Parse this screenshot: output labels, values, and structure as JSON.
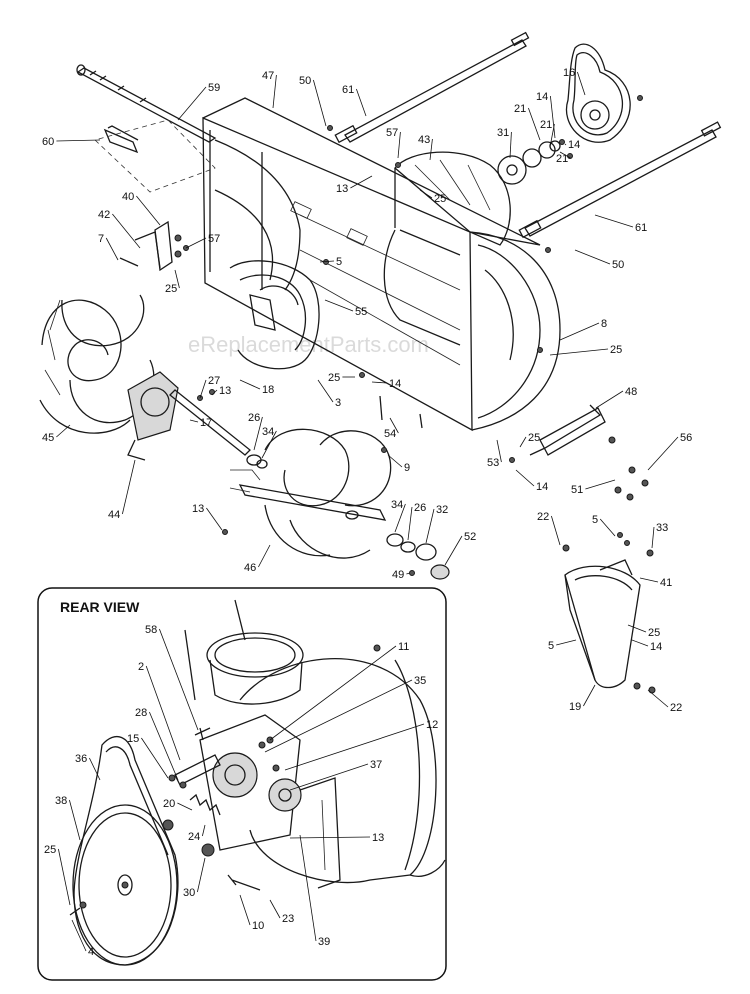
{
  "watermark": "eReplacementParts.com",
  "inset_title": "REAR VIEW",
  "callouts": [
    {
      "id": "c59",
      "text": "59"
    },
    {
      "id": "c47",
      "text": "47"
    },
    {
      "id": "c50a",
      "text": "50"
    },
    {
      "id": "c61a",
      "text": "61"
    },
    {
      "id": "c16",
      "text": "16"
    },
    {
      "id": "c60",
      "text": "60"
    },
    {
      "id": "c57a",
      "text": "57"
    },
    {
      "id": "c43",
      "text": "43"
    },
    {
      "id": "c21a",
      "text": "21"
    },
    {
      "id": "c14a",
      "text": "14"
    },
    {
      "id": "c31",
      "text": "31"
    },
    {
      "id": "c21b",
      "text": "21"
    },
    {
      "id": "c14b",
      "text": "14"
    },
    {
      "id": "c21c",
      "text": "21"
    },
    {
      "id": "c13a",
      "text": "13"
    },
    {
      "id": "c25a",
      "text": "25"
    },
    {
      "id": "c40",
      "text": "40"
    },
    {
      "id": "c42",
      "text": "42"
    },
    {
      "id": "c57b",
      "text": "57"
    },
    {
      "id": "c7",
      "text": "7"
    },
    {
      "id": "c25b",
      "text": "25"
    },
    {
      "id": "c5a",
      "text": "5"
    },
    {
      "id": "c61b",
      "text": "61"
    },
    {
      "id": "c50b",
      "text": "50"
    },
    {
      "id": "c55",
      "text": "55"
    },
    {
      "id": "c8",
      "text": "8"
    },
    {
      "id": "c25c",
      "text": "25"
    },
    {
      "id": "c27",
      "text": "27"
    },
    {
      "id": "c13b",
      "text": "13"
    },
    {
      "id": "c18",
      "text": "18"
    },
    {
      "id": "c25d",
      "text": "25"
    },
    {
      "id": "c14c",
      "text": "14"
    },
    {
      "id": "c3",
      "text": "3"
    },
    {
      "id": "c48",
      "text": "48"
    },
    {
      "id": "c17",
      "text": "17"
    },
    {
      "id": "c26a",
      "text": "26"
    },
    {
      "id": "c34a",
      "text": "34"
    },
    {
      "id": "c54",
      "text": "54"
    },
    {
      "id": "c9",
      "text": "9"
    },
    {
      "id": "c53",
      "text": "53"
    },
    {
      "id": "c25e",
      "text": "25"
    },
    {
      "id": "c56",
      "text": "56"
    },
    {
      "id": "c45",
      "text": "45"
    },
    {
      "id": "c14d",
      "text": "14"
    },
    {
      "id": "c51",
      "text": "51"
    },
    {
      "id": "c44",
      "text": "44"
    },
    {
      "id": "c13c",
      "text": "13"
    },
    {
      "id": "c34b",
      "text": "34"
    },
    {
      "id": "c26b",
      "text": "26"
    },
    {
      "id": "c32",
      "text": "32"
    },
    {
      "id": "c52",
      "text": "52"
    },
    {
      "id": "c22a",
      "text": "22"
    },
    {
      "id": "c5b",
      "text": "5"
    },
    {
      "id": "c33",
      "text": "33"
    },
    {
      "id": "c46",
      "text": "46"
    },
    {
      "id": "c49",
      "text": "49"
    },
    {
      "id": "c41",
      "text": "41"
    },
    {
      "id": "c25f",
      "text": "25"
    },
    {
      "id": "c5c",
      "text": "5"
    },
    {
      "id": "c14e",
      "text": "14"
    },
    {
      "id": "c19",
      "text": "19"
    },
    {
      "id": "c22b",
      "text": "22"
    },
    {
      "id": "c58",
      "text": "58"
    },
    {
      "id": "c11",
      "text": "11"
    },
    {
      "id": "c2",
      "text": "2"
    },
    {
      "id": "c35",
      "text": "35"
    },
    {
      "id": "c28",
      "text": "28"
    },
    {
      "id": "c12",
      "text": "12"
    },
    {
      "id": "c15",
      "text": "15"
    },
    {
      "id": "c37",
      "text": "37"
    },
    {
      "id": "c36",
      "text": "36"
    },
    {
      "id": "c38",
      "text": "38"
    },
    {
      "id": "c20",
      "text": "20"
    },
    {
      "id": "c24",
      "text": "24"
    },
    {
      "id": "c13d",
      "text": "13"
    },
    {
      "id": "c25g",
      "text": "25"
    },
    {
      "id": "c30",
      "text": "30"
    },
    {
      "id": "c10",
      "text": "10"
    },
    {
      "id": "c23",
      "text": "23"
    },
    {
      "id": "c39",
      "text": "39"
    },
    {
      "id": "c4",
      "text": "4"
    }
  ]
}
